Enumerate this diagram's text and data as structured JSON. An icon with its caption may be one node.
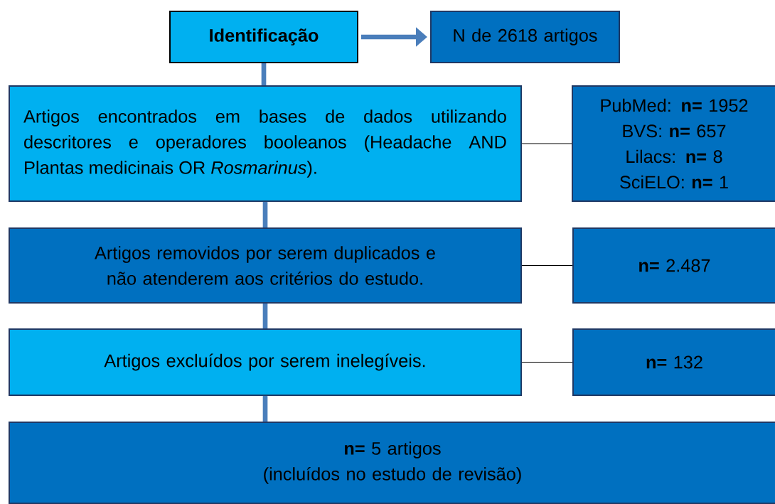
{
  "diagram": {
    "nodes": [
      {
        "text": [
          "Identificação"
        ]
      },
      {
        "text": [
          "N de 2618 artigos"
        ]
      },
      {
        "text": [
          "Artigos encontrados em bases de dados utilizando descritores e operadores booleanos (Headache AND Plantas medicinais OR *Rosmarinus*)."
        ]
      },
      {
        "text": [
          "PubMed: **n=** 1952",
          "BVS: **n=** 657",
          "Lilacs: **n=** 8",
          "SciELO: **n=** 1"
        ]
      },
      {
        "text": [
          "Artigos removidos por serem duplicados e não atenderem aos critérios do estudo."
        ]
      },
      {
        "text": [
          "**n=** 2.487"
        ]
      },
      {
        "text": [
          "Artigos excluídos por serem inelegíveis."
        ]
      },
      {
        "text": [
          "**n=** 132"
        ]
      },
      {
        "text": [
          "**n=** 5 artigos",
          "(incluídos no estudo de revisão)"
        ]
      }
    ],
    "edges": [
      {
        "from": 0,
        "to": 1,
        "arrow": "to"
      },
      {
        "from": 0,
        "to": 2,
        "arrow": "none"
      },
      {
        "from": 2,
        "to": 3,
        "arrow": "none",
        "color": "#000000"
      },
      {
        "from": 2,
        "to": 4,
        "arrow": "none"
      },
      {
        "from": 4,
        "to": 5,
        "arrow": "none",
        "color": "#000000"
      },
      {
        "from": 4,
        "to": 6,
        "arrow": "none"
      },
      {
        "from": 6,
        "to": 7,
        "arrow": "none",
        "color": "#000000"
      },
      {
        "from": 6,
        "to": 8,
        "arrow": "none"
      }
    ]
  }
}
